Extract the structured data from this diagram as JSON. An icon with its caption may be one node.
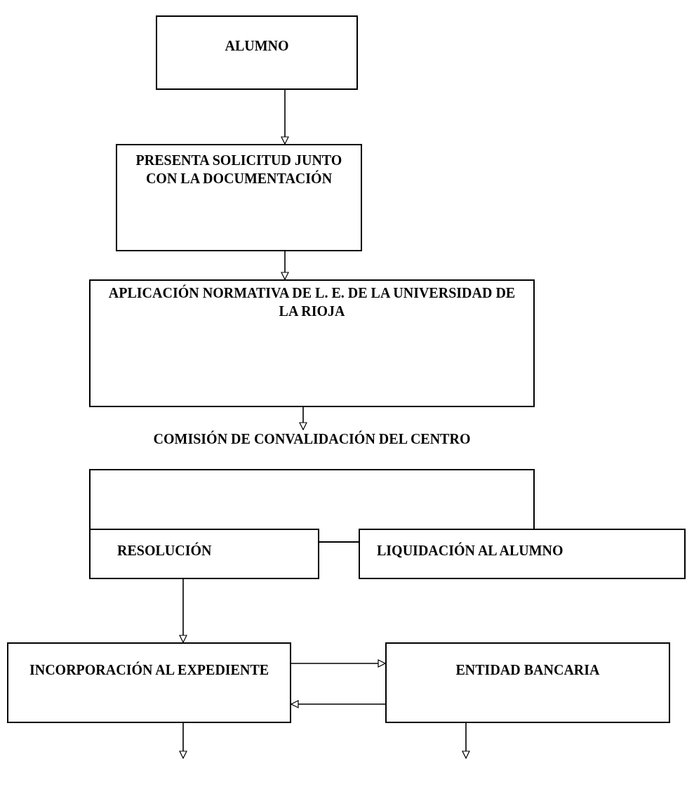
{
  "diagram": {
    "nodes": [
      {
        "text": [
          "ALUMNO"
        ]
      },
      {
        "text": [
          "PRESENTA SOLICITUD JUNTO CON LA DOCUMENTACIÓN"
        ]
      },
      {
        "text": [
          "APLICACIÓN NORMATIVA DE L. E. DE LA UNIVERSIDAD DE LA RIOJA"
        ]
      },
      {
        "text": [
          "COMISIÓN DE CONVALIDACIÓN DEL CENTRO"
        ]
      },
      {
        "text": [
          "RESOLUCIÓN"
        ]
      },
      {
        "text": [
          "LIQUIDACIÓN AL ALUMNO"
        ]
      },
      {
        "text": [
          "INCORPORACIÓN AL EXPEDIENTE"
        ]
      },
      {
        "text": [
          "ENTIDAD BANCARIA"
        ]
      }
    ],
    "edges": [
      {
        "from": 0,
        "to": 1,
        "arrow": "to"
      },
      {
        "from": 1,
        "to": 2,
        "arrow": "to"
      },
      {
        "from": 2,
        "to": 3,
        "arrow": "to"
      },
      {
        "from": 4,
        "to": 6,
        "arrow": "to"
      },
      {
        "from": 6,
        "to": 7,
        "arrow": "to"
      },
      {
        "from": 6,
        "to": null,
        "arrow": "to"
      },
      {
        "from": 7,
        "to": null,
        "arrow": "to"
      },
      {
        "from": 7,
        "to": 6,
        "arrow": "to"
      }
    ]
  }
}
